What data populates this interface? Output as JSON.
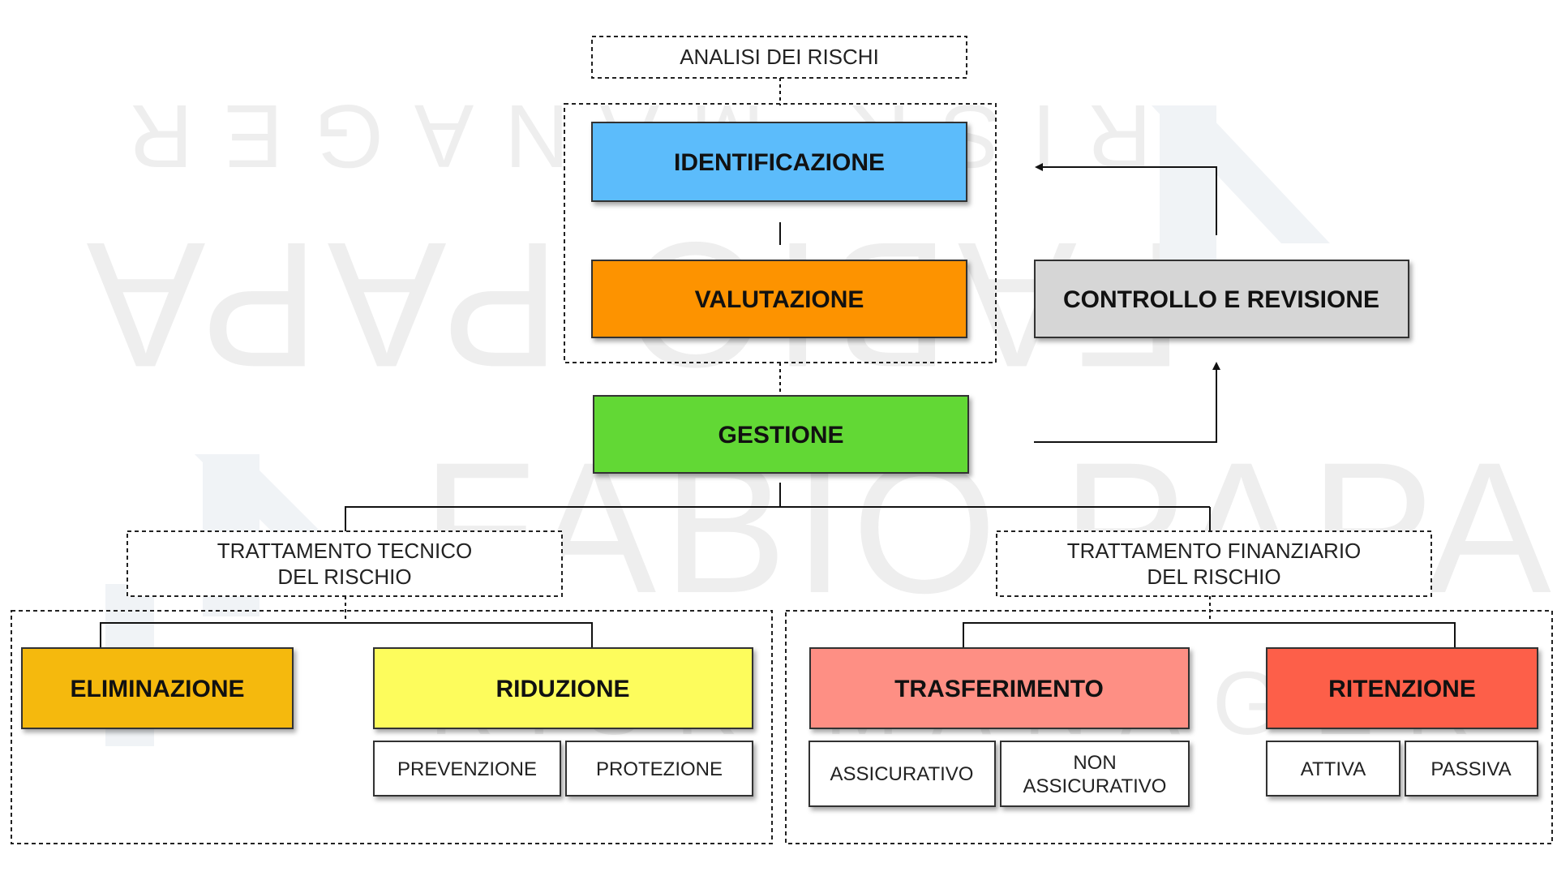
{
  "watermark": {
    "top_text": "RISK MANAGER",
    "mid_text": "FABIO PAPA",
    "main_text": "FABIO PAPA",
    "bottom_text": "RISK MANAGER"
  },
  "colors": {
    "identificazione": "#5bbcfb",
    "valutazione": "#fd9302",
    "gestione": "#62d836",
    "controllo": "#d6d6d6",
    "eliminazione": "#f5b911",
    "riduzione": "#fdfc5b",
    "trasferimento": "#fe8f84",
    "ritenzione": "#fd5e4a"
  },
  "analisi": {
    "label": "ANALISI DEI RISCHI"
  },
  "steps": {
    "identificazione": "IDENTIFICAZIONE",
    "valutazione": "VALUTAZIONE",
    "gestione": "GESTIONE",
    "controllo": "CONTROLLO E REVISIONE"
  },
  "tecnico": {
    "line1": "TRATTAMENTO TECNICO",
    "line2": "DEL RISCHIO",
    "eliminazione": "ELIMINAZIONE",
    "riduzione": "RIDUZIONE",
    "prevenzione": "PREVENZIONE",
    "protezione": "PROTEZIONE"
  },
  "finanziario": {
    "line1": "TRATTAMENTO FINANZIARIO",
    "line2": "DEL RISCHIO",
    "trasferimento": "TRASFERIMENTO",
    "ritenzione": "RITENZIONE",
    "assicurativo": "ASSICURATIVO",
    "non_line1": "NON",
    "non_line2": "ASSICURATIVO",
    "attiva": "ATTIVA",
    "passiva": "PASSIVA"
  }
}
